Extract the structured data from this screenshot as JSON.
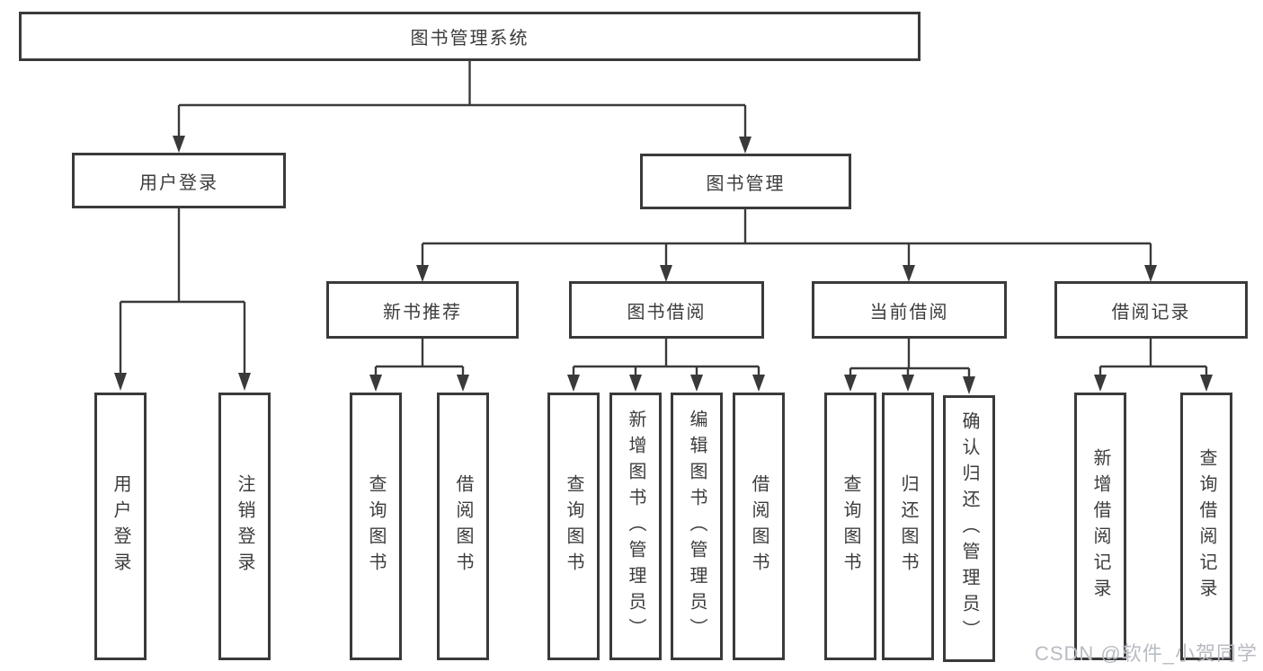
{
  "colors": {
    "line": "#3a3a3a",
    "text": "#3c3c3c",
    "background": "#ffffff",
    "watermark": "#b8bcc2"
  },
  "tree": {
    "root": {
      "label": "图书管理系统"
    },
    "level2": [
      {
        "label": "用户登录"
      },
      {
        "label": "图书管理"
      }
    ],
    "level3": [
      {
        "label": "新书推荐"
      },
      {
        "label": "图书借阅"
      },
      {
        "label": "当前借阅"
      },
      {
        "label": "借阅记录"
      }
    ],
    "leaves": {
      "login": [
        {
          "label": "用户登录"
        },
        {
          "label": "注销登录"
        }
      ],
      "recommend": [
        {
          "label": "查询图书"
        },
        {
          "label": "借阅图书"
        }
      ],
      "borrow": [
        {
          "label": "查询图书"
        },
        {
          "label": "新增图书（管理员）"
        },
        {
          "label": "编辑图书（管理员）"
        },
        {
          "label": "借阅图书"
        }
      ],
      "current": [
        {
          "label": "查询图书"
        },
        {
          "label": "归还图书"
        },
        {
          "label": "确认归还（管理员）"
        }
      ],
      "records": [
        {
          "label": "新增借阅记录"
        },
        {
          "label": "查询借阅记录"
        }
      ]
    }
  },
  "watermark": {
    "text": "CSDN @软件_小贺同学"
  }
}
